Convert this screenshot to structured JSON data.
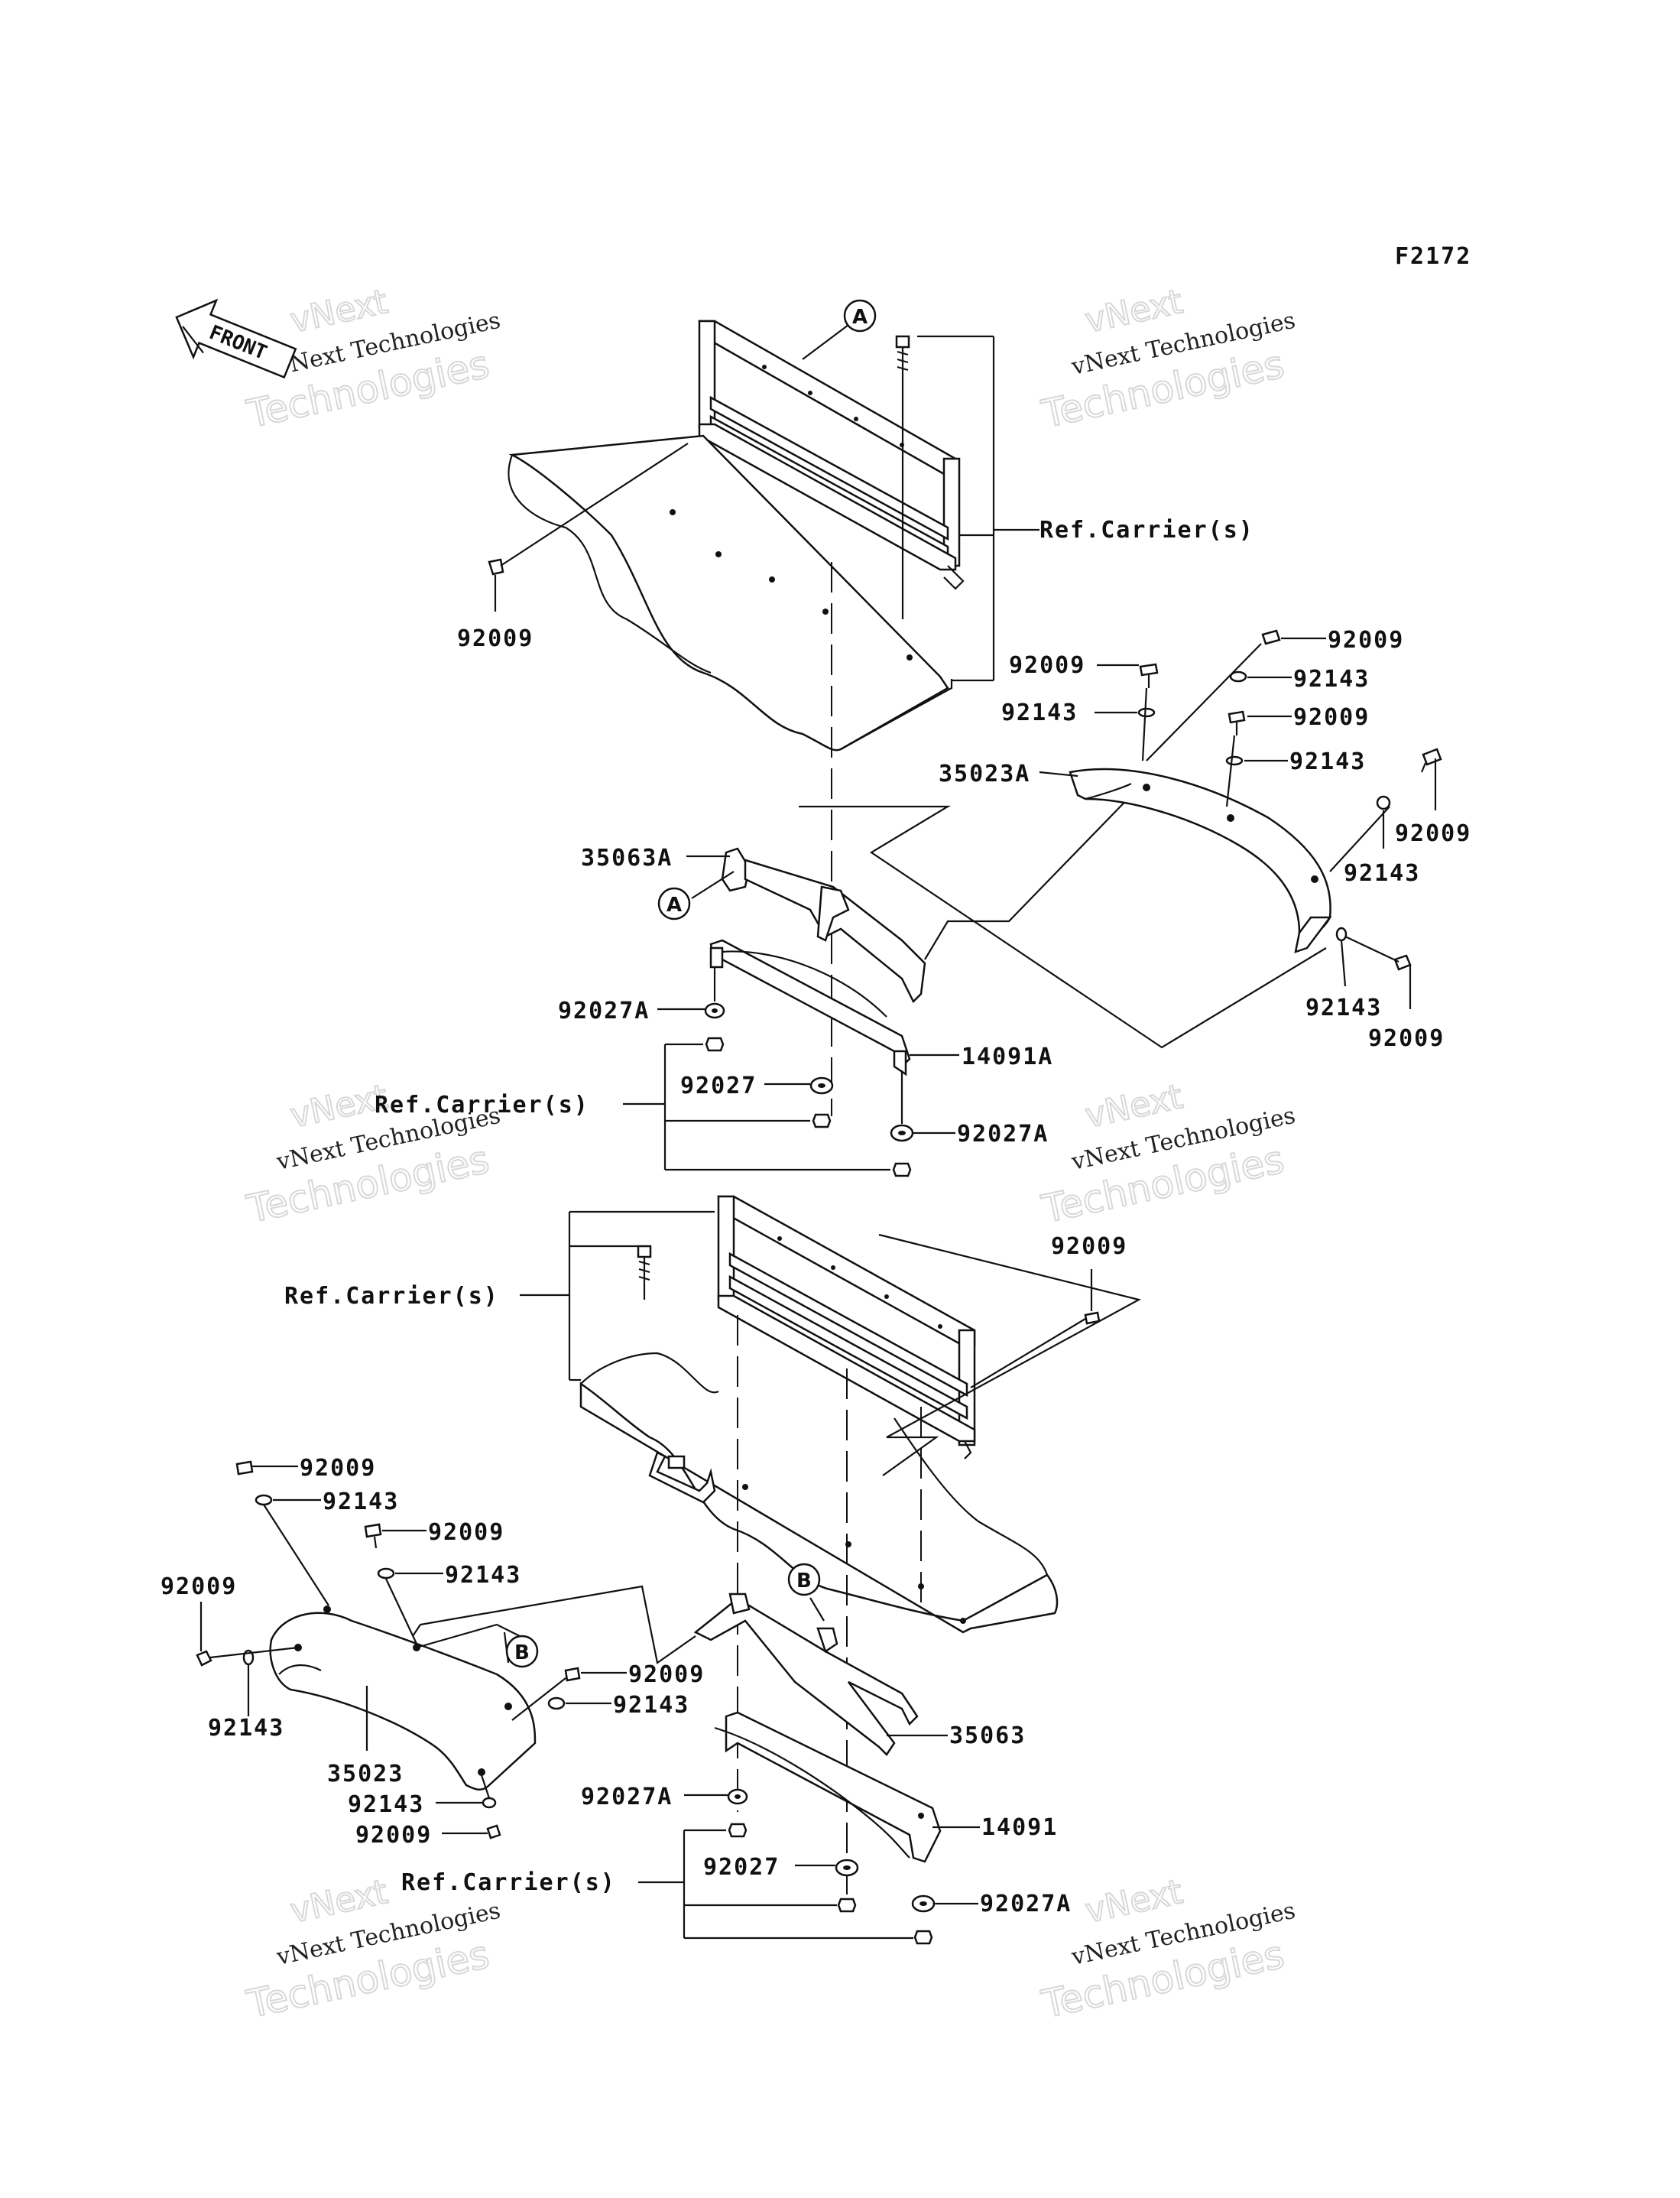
{
  "figure_id": "F2172",
  "front_label": "FRONT",
  "watermark": {
    "brand": "vNext",
    "company": "vNext Technologies",
    "word": "Technologies"
  },
  "circle_refs": {
    "a": "A",
    "b": "B"
  },
  "labels": {
    "ref_carrier": "Ref.Carrier(s)",
    "p92009": "92009",
    "p92143": "92143",
    "p92027": "92027",
    "p92027A": "92027A",
    "p35023": "35023",
    "p35023A": "35023A",
    "p35063": "35063",
    "p35063A": "35063A",
    "p14091": "14091",
    "p14091A": "14091A"
  }
}
